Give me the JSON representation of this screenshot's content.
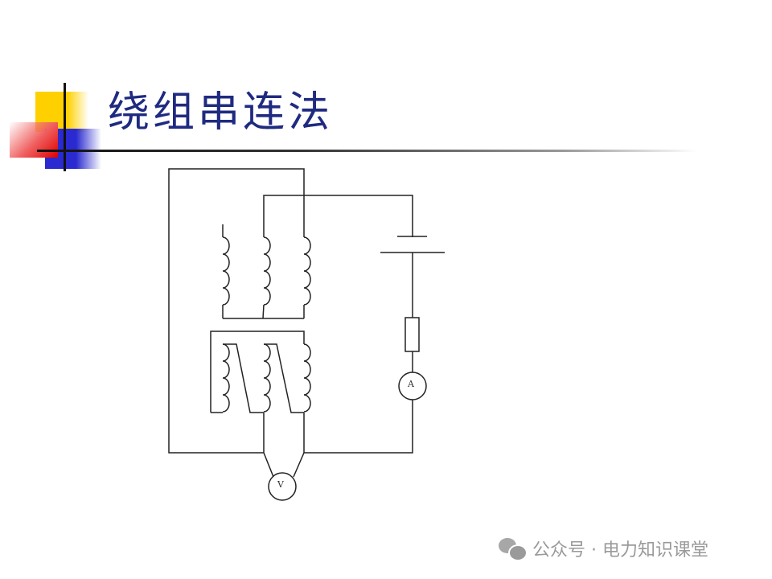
{
  "slide": {
    "title": "绕组串连法",
    "decoration": {
      "colors": {
        "yellow": "#ffd000",
        "blue": "#2a2ad0",
        "red": "#e00000",
        "title": "#1f2a80"
      }
    }
  },
  "diagram": {
    "type": "circuit",
    "components": [
      {
        "id": "upper-winding-1",
        "kind": "inductor"
      },
      {
        "id": "upper-winding-2",
        "kind": "inductor"
      },
      {
        "id": "upper-winding-3",
        "kind": "inductor"
      },
      {
        "id": "lower-winding-1",
        "kind": "inductor"
      },
      {
        "id": "lower-winding-2",
        "kind": "inductor"
      },
      {
        "id": "lower-winding-3",
        "kind": "inductor"
      },
      {
        "id": "battery",
        "kind": "dc-source"
      },
      {
        "id": "resistor",
        "kind": "resistor"
      },
      {
        "id": "ammeter",
        "kind": "meter",
        "label": "A"
      },
      {
        "id": "voltmeter",
        "kind": "meter",
        "label": "V"
      }
    ],
    "ammeter_label": "A",
    "voltmeter_label": "V"
  },
  "footer": {
    "icon": "wechat-icon",
    "text": "公众号 · 电力知识课堂"
  }
}
